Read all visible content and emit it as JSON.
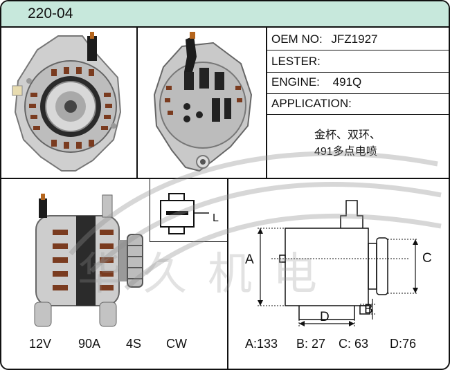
{
  "header": {
    "model": "220-04"
  },
  "info": {
    "oem_label": "OEM NO:",
    "oem_value": "JFZ1927",
    "lester_label": "LESTER:",
    "lester_value": "",
    "engine_label": "ENGINE:",
    "engine_value": "491Q",
    "application_label": "APPLICATION:",
    "application_line1": "金杯、双环、",
    "application_line2": "491多点电喷"
  },
  "connector": {
    "terminal_label": "L"
  },
  "specs": {
    "voltage": "12V",
    "current": "90A",
    "pulley": "4S",
    "rotation": "CW"
  },
  "dimension_labels": {
    "a": "A",
    "b": "B",
    "c": "C",
    "d": "D"
  },
  "dimensions": {
    "a": "A:133",
    "b": "B: 27",
    "c": "C: 63",
    "d": "D:76"
  },
  "watermark": {
    "text": "华久机电"
  },
  "colors": {
    "header_bg": "#c7e8dc",
    "border": "#111111",
    "metal": "#c9c9c9"
  }
}
